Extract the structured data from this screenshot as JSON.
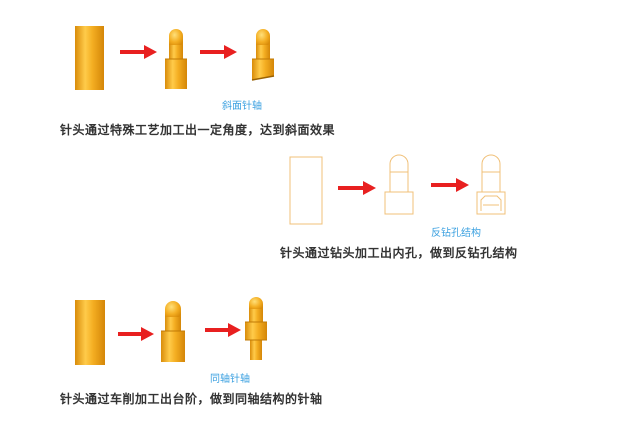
{
  "colors": {
    "pin_dark": "#d98c0a",
    "pin_light": "#ffcb4a",
    "pin_mid": "#f4ae22",
    "arrow": "#e82020",
    "outline": "#f0c078",
    "caption": "#3aa0e0",
    "text": "#333333"
  },
  "section1": {
    "caption": "斜面针轴",
    "description": "针头通过特殊工艺加工出一定角度，达到斜面效果"
  },
  "section2": {
    "caption": "反钻孔结构",
    "description": "针头通过钻头加工出内孔，做到反钻孔结构"
  },
  "section3": {
    "caption": "同轴针轴",
    "description": "针头通过车削加工出台阶，做到同轴结构的针轴"
  }
}
